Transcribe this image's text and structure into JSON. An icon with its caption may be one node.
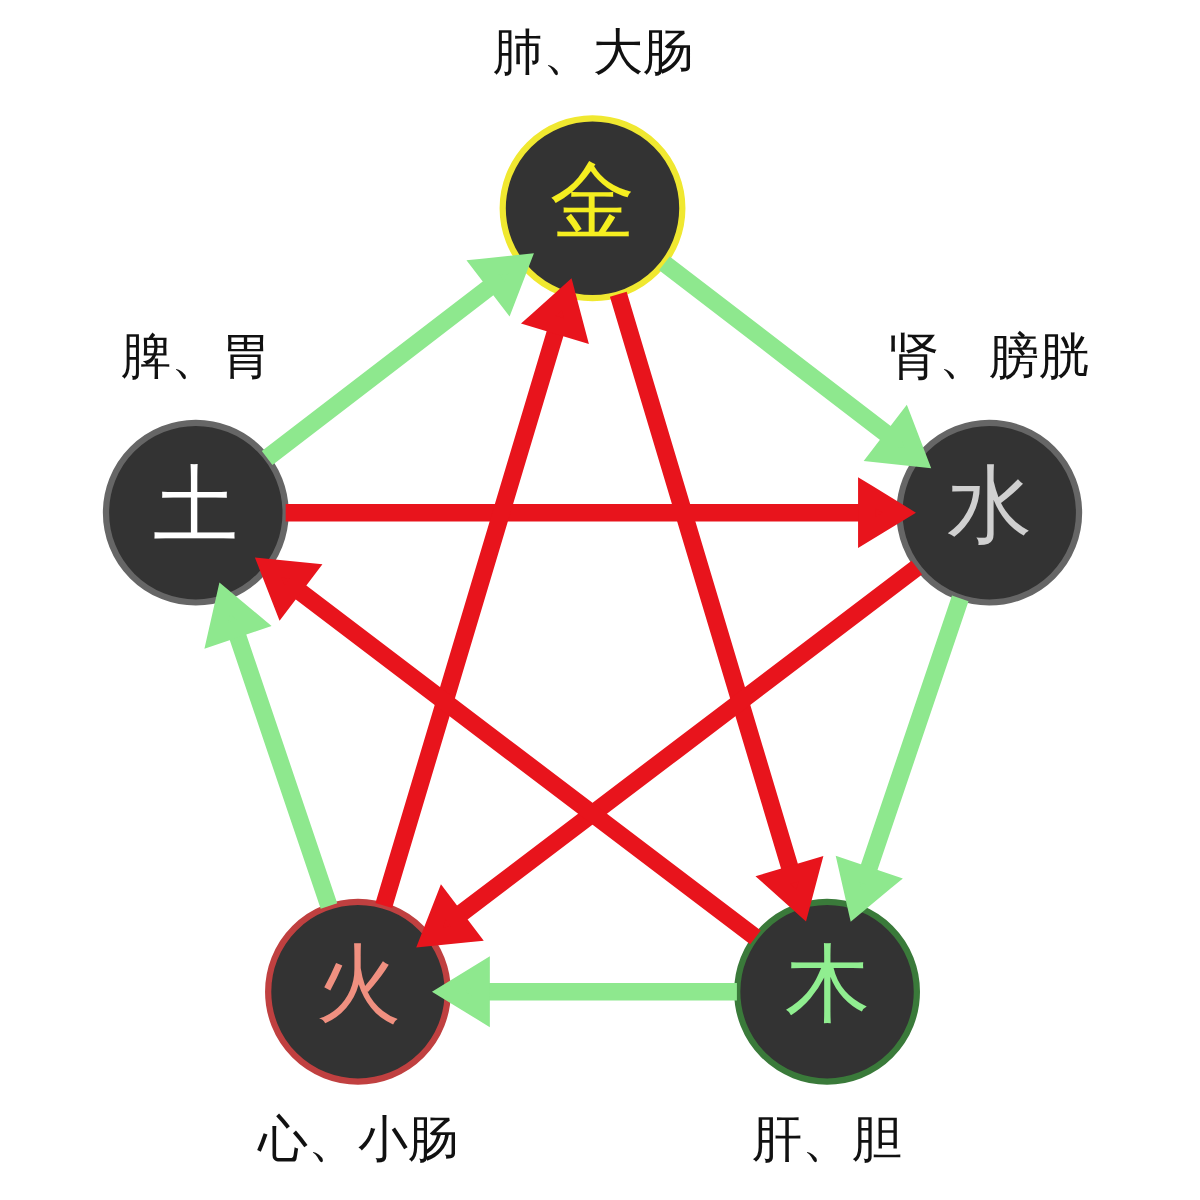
{
  "diagram": {
    "nodes": [
      {
        "text": [
          "金"
        ],
        "beside": [
          "肺、大肠"
        ]
      },
      {
        "text": [
          "土"
        ],
        "beside": [
          "脾、胃"
        ]
      },
      {
        "text": [
          "水"
        ],
        "beside": [
          "肾、膀胱"
        ]
      },
      {
        "text": [
          "火"
        ],
        "beside": [
          "心、小肠"
        ]
      },
      {
        "text": [
          "木"
        ],
        "beside": [
          "肝、胆"
        ]
      }
    ],
    "edges": [
      {
        "from": 1,
        "to": 0,
        "arrow": "to",
        "color": "#8ee88e"
      },
      {
        "from": 0,
        "to": 2,
        "arrow": "to",
        "color": "#8ee88e"
      },
      {
        "from": 2,
        "to": 4,
        "arrow": "to",
        "color": "#8ee88e"
      },
      {
        "from": 4,
        "to": 3,
        "arrow": "to",
        "color": "#8ee88e"
      },
      {
        "from": 3,
        "to": 1,
        "arrow": "to",
        "color": "#8ee88e"
      },
      {
        "from": 0,
        "to": 4,
        "arrow": "to",
        "color": "#e8141c"
      },
      {
        "from": 4,
        "to": 1,
        "arrow": "to",
        "color": "#e8141c"
      },
      {
        "from": 1,
        "to": 2,
        "arrow": "to",
        "color": "#e8141c"
      },
      {
        "from": 2,
        "to": 3,
        "arrow": "to",
        "color": "#e8141c"
      },
      {
        "from": 3,
        "to": 0,
        "arrow": "to",
        "color": "#e8141c"
      }
    ]
  }
}
